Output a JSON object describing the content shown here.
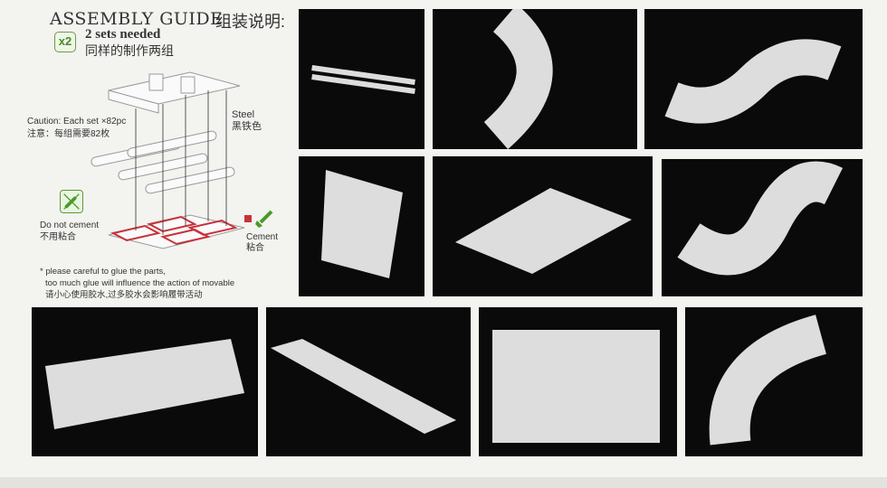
{
  "guide": {
    "title": "ASSEMBLY GUIDE",
    "title_cn": "组装说明:",
    "badge": "x2",
    "sets_needed": "2 sets needed",
    "sets_needed_cn": "同样的制作两组",
    "caution": "Caution: Each set ×82pc",
    "caution_cn": "注意：每组需要82枚",
    "steel": "Steel",
    "steel_cn": "黑铁色",
    "do_not_cement": "Do not cement",
    "do_not_cement_cn": "不用粘合",
    "cement": "Cement",
    "cement_cn": "粘合",
    "note_line1": "* please careful to glue the parts,",
    "note_line2": "too much glue will influence the action of movable",
    "note_cn": "请小心使用胶水,过多胶水会影响履带活动"
  },
  "colors": {
    "cement_red": "#c8323a",
    "green": "#4a9a2c",
    "photo_bg": "#0a0a0a"
  }
}
